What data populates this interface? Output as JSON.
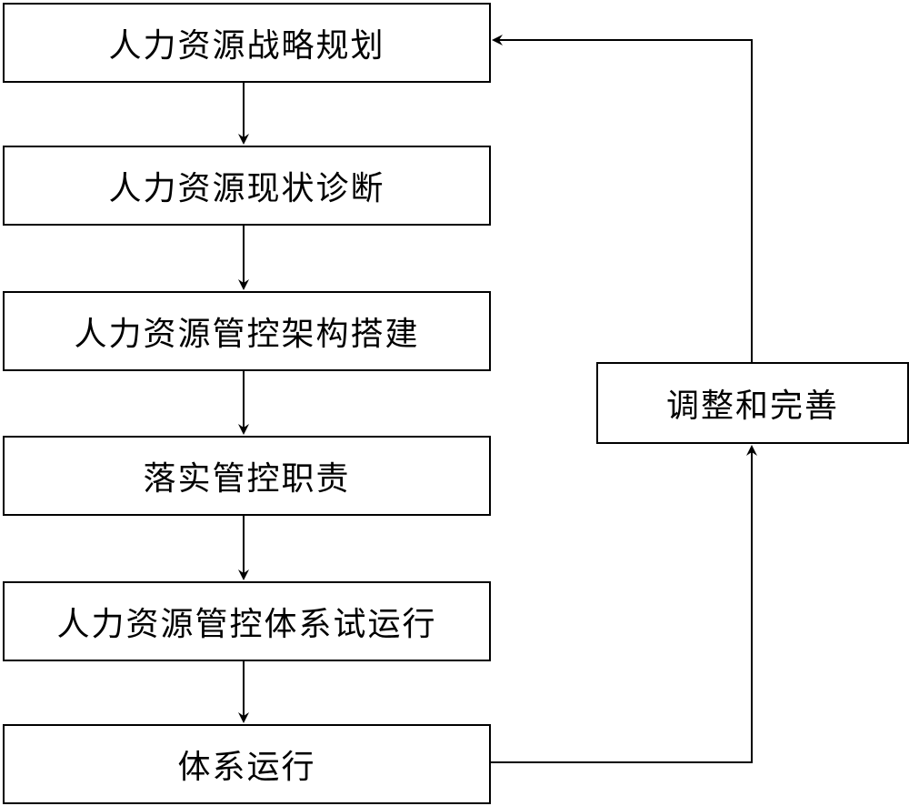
{
  "flow": {
    "steps": [
      {
        "label": "人力资源战略规划"
      },
      {
        "label": "人力资源现状诊断"
      },
      {
        "label": "人力资源管控架构搭建"
      },
      {
        "label": "落实管控职责"
      },
      {
        "label": "人力资源管控体系试运行"
      },
      {
        "label": "体系运行"
      }
    ],
    "feedback": {
      "label": "调整和完善"
    }
  },
  "colors": {
    "stroke": "#000000",
    "background": "#ffffff"
  }
}
